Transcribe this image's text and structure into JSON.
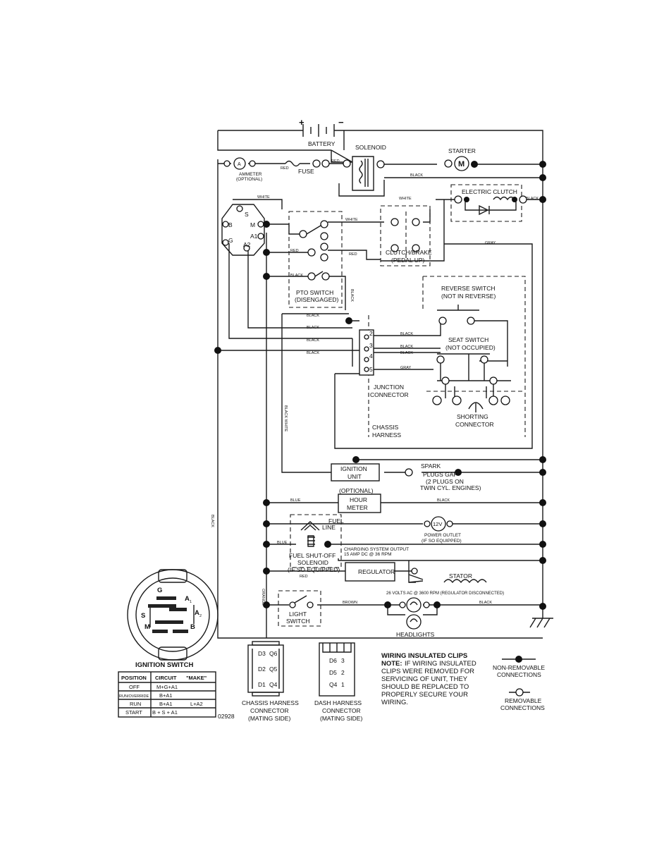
{
  "components": {
    "battery": "BATTERY",
    "battery_pos": "+",
    "battery_neg": "−",
    "solenoid": "SOLENOID",
    "starter": "STARTER",
    "starter_m": "M",
    "ammeter": "AMMETER",
    "ammeter_opt": "(OPTIONAL)",
    "ammeter_a": "A",
    "fuse": "FUSE",
    "electric_clutch": "ELECTRIC CLUTCH",
    "pto_switch": "PTO SWITCH",
    "pto_state": "(DISENGAGED)",
    "clutch_brake": "CLUTCH/BRAKE",
    "clutch_brake_state": "(PEDAL UP)",
    "reverse_switch": "REVERSE SWITCH",
    "reverse_state": "(NOT IN REVERSE)",
    "seat_switch": "SEAT SWITCH",
    "seat_state": "(NOT OCCUPIED)",
    "junction_connector_1": "JUNCTION",
    "junction_connector_2": "CONNECTOR",
    "shorting_connector_1": "SHORTING",
    "shorting_connector_2": "CONNECTOR",
    "chassis_harness_1": "CHASSIS",
    "chassis_harness_2": "HARNESS",
    "ignition_unit_1": "IGNITION",
    "ignition_unit_2": "UNIT",
    "spark_1": "SPARK",
    "spark_2": "PLUGS GAP",
    "spark_3": "(2 PLUGS ON",
    "spark_4": "TWIN CYL. ENGINES)",
    "optional": "(OPTIONAL)",
    "hour_meter_1": "HOUR",
    "hour_meter_2": "METER",
    "fuel_line_1": "FUEL",
    "fuel_line_2": "LINE",
    "power_outlet_v": "12V",
    "power_outlet_1": "POWER OUTLET",
    "power_outlet_2": "(IF SO EQUIPPED)",
    "fuel_solenoid_1": "FUEL SHUT-OFF",
    "fuel_solenoid_2": "SOLENOID",
    "fuel_solenoid_3": "(IF SO EQUIPPED)",
    "charging_1": "CHARGING SYSTEM OUTPUT",
    "charging_2": "15 AMP DC @ 36 RPM",
    "regulator": "REGULATOR",
    "stator": "STATOR",
    "stator_ac": "26 VOLTS AC @ 3600 RPM (REGULATOR DISCONNECTED)",
    "light_switch_1": "LIGHT",
    "light_switch_2": "SWITCH",
    "headlights": "HEADLIGHTS",
    "junction_pins": [
      "2",
      "3",
      "4",
      "5"
    ]
  },
  "wires": {
    "red": "RED",
    "black": "BLACK",
    "white": "WHITE",
    "gray": "GRAY",
    "blue": "BLUE",
    "brown": "BROWN",
    "orange": "ORANGE",
    "black_white": "BLACK WHITE"
  },
  "ignition_terminals": {
    "s": "S",
    "b": "B",
    "m": "M",
    "a1": "A1",
    "g": "G",
    "a2": "A2"
  },
  "ignition_switch": {
    "title": "IGNITION SWITCH",
    "keyface": {
      "g": "G",
      "a1": "A",
      "a1_sub": "1",
      "s": "S",
      "a2": "A",
      "a2_sub": "2",
      "m": "M",
      "b": "B"
    },
    "headers": [
      "POSITION",
      "CIRCUIT",
      "\"MAKE\""
    ],
    "rows": [
      [
        "OFF",
        "M+G+A1",
        ""
      ],
      [
        "RUN/OVERRIDE",
        "B+A1",
        ""
      ],
      [
        "RUN",
        "B+A1",
        "L+A2"
      ],
      [
        "START",
        "B + S + A1",
        ""
      ]
    ],
    "code": "02928"
  },
  "chassis_connector": {
    "label_1": "CHASSIS HARNESS",
    "label_2": "CONNECTOR",
    "label_3": "(MATING SIDE)",
    "pins": [
      "D3",
      "Q6",
      "D2",
      "Q5",
      "D1",
      "Q4"
    ]
  },
  "dash_connector": {
    "label_1": "DASH HARNESS",
    "label_2": "CONNECTOR",
    "label_3": "(MATING SIDE)",
    "pins": [
      "D6",
      "3",
      "D5",
      "2",
      "Q4",
      "1"
    ]
  },
  "notes": {
    "title": "WIRING INSULATED CLIPS",
    "note_head": "NOTE:",
    "lines": [
      "IF WIRING INSULATED",
      "CLIPS WERE REMOVED FOR",
      "SERVICING OF UNIT, THEY",
      "SHOULD BE REPLACED TO",
      "PROPERLY SECURE YOUR",
      "WIRING."
    ]
  },
  "legend": {
    "non_removable_1": "NON-REMOVABLE",
    "non_removable_2": "CONNECTIONS",
    "removable_1": "REMOVABLE",
    "removable_2": "CONNECTIONS"
  }
}
